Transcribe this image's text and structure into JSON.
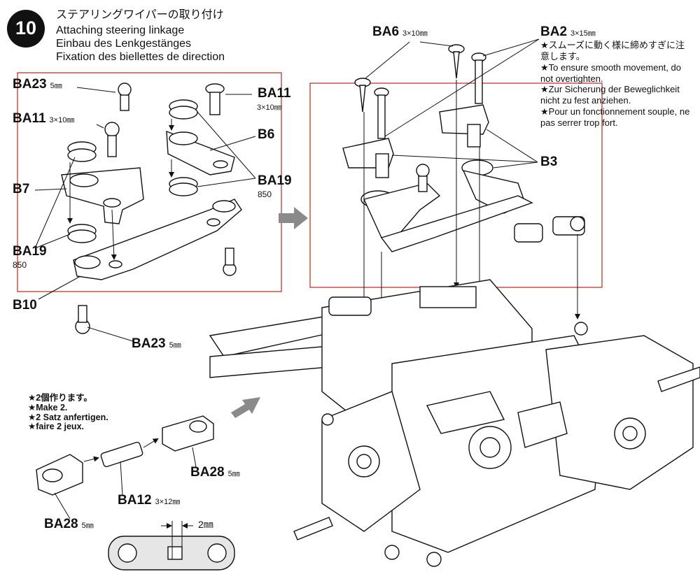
{
  "step": {
    "number": "10",
    "title_ja": "ステアリングワイパーの取り付け",
    "title_en": "Attaching steering linkage",
    "title_de": "Einbau des Lenkgestänges",
    "title_fr": "Fixation des biellettes de direction"
  },
  "left_labels": {
    "ba23_top_code": "BA23",
    "ba23_top_size": "5㎜",
    "ba11_left_code": "BA11",
    "ba11_left_size": "3×10㎜",
    "ba11_right_code": "BA11",
    "ba11_right_size": "3×10㎜",
    "b6": "B6",
    "b7": "B7",
    "ba19_right_code": "BA19",
    "ba19_right_size": "850",
    "ba19_left_code": "BA19",
    "ba19_left_size": "850",
    "b10": "B10",
    "ba23_bottom_code": "BA23",
    "ba23_bottom_size": "5㎜"
  },
  "right_labels": {
    "ba6_code": "BA6",
    "ba6_size": "3×10㎜",
    "ba2_code": "BA2",
    "ba2_size": "3×15㎜",
    "b3": "B3"
  },
  "caution_note": [
    "★スムーズに動く様に締めすぎに注意します。",
    "★To ensure smooth movement, do not overtighten.",
    "★Zur Sicherung der Beweglichkeit nicht zu fest anziehen.",
    "★Pour un fonctionnement souple, ne pas serrer trop fort."
  ],
  "make_two": [
    "★2個作ります。",
    "★Make 2.",
    "★2 Satz anfertigen.",
    "★faire 2 jeux."
  ],
  "rod_labels": {
    "ba28_right_code": "BA28",
    "ba28_right_size": "5㎜",
    "ba12_code": "BA12",
    "ba12_size": "3×12㎜",
    "ba28_left_code": "BA28",
    "ba28_left_size": "5㎜",
    "gap": "2㎜"
  },
  "colors": {
    "callout_box": "#c0392b",
    "ink": "#111111",
    "arrow_gray": "#8a8a8a"
  }
}
